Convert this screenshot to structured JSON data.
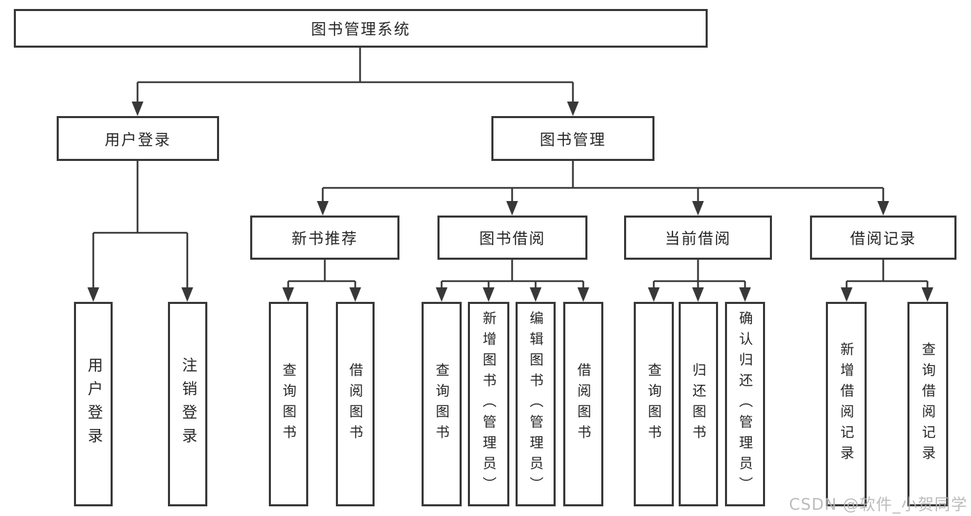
{
  "diagram": {
    "root": "图书管理系统",
    "branches": [
      {
        "label": "用户登录",
        "children": [
          "用户登录",
          "注销登录"
        ]
      },
      {
        "label": "图书管理",
        "groups": [
          {
            "label": "新书推荐",
            "children": [
              "查询图书",
              "借阅图书"
            ]
          },
          {
            "label": "图书借阅",
            "children": [
              "查询图书",
              "新增图书（管理员）",
              "编辑图书（管理员）",
              "借阅图书"
            ]
          },
          {
            "label": "当前借阅",
            "children": [
              "查询图书",
              "归还图书",
              "确认归还（管理员）"
            ]
          },
          {
            "label": "借阅记录",
            "children": [
              "新增借阅记录",
              "查询借阅记录"
            ]
          }
        ]
      }
    ]
  },
  "watermark": "CSDN @软件_小贺同学",
  "colors": {
    "line": "#383838",
    "text": "#262626",
    "box_background": "#ffffff",
    "watermark": "#b5b5b5",
    "background": "#ffffff"
  }
}
